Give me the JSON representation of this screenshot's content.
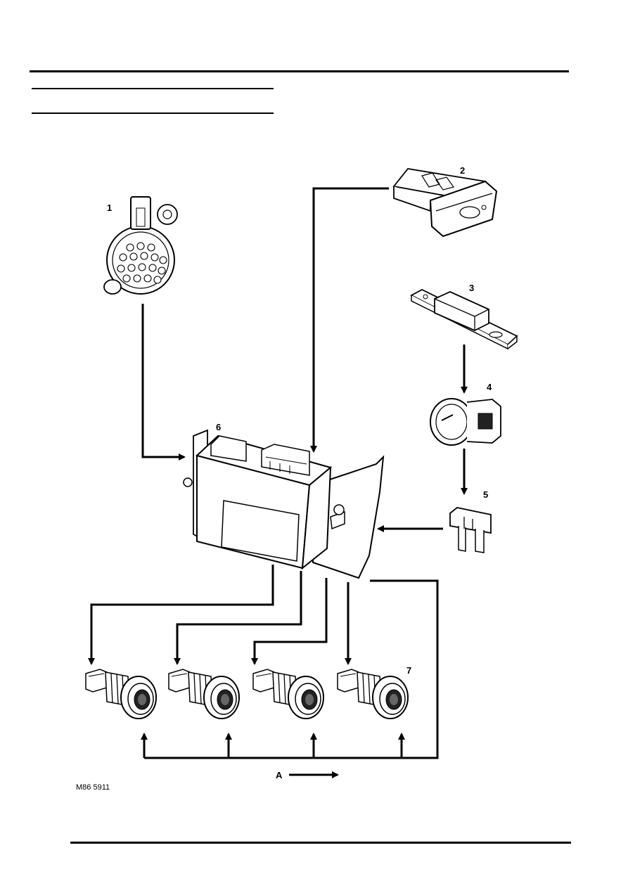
{
  "callouts": {
    "c1": "1",
    "c2": "2",
    "c3": "3",
    "c4": "4",
    "c5": "5",
    "c6": "6",
    "c7": "7",
    "cA": "A"
  },
  "figure_ref": "M86 5911",
  "colors": {
    "ink": "#000000",
    "paper": "#ffffff",
    "shade": "#d9d9d9"
  }
}
